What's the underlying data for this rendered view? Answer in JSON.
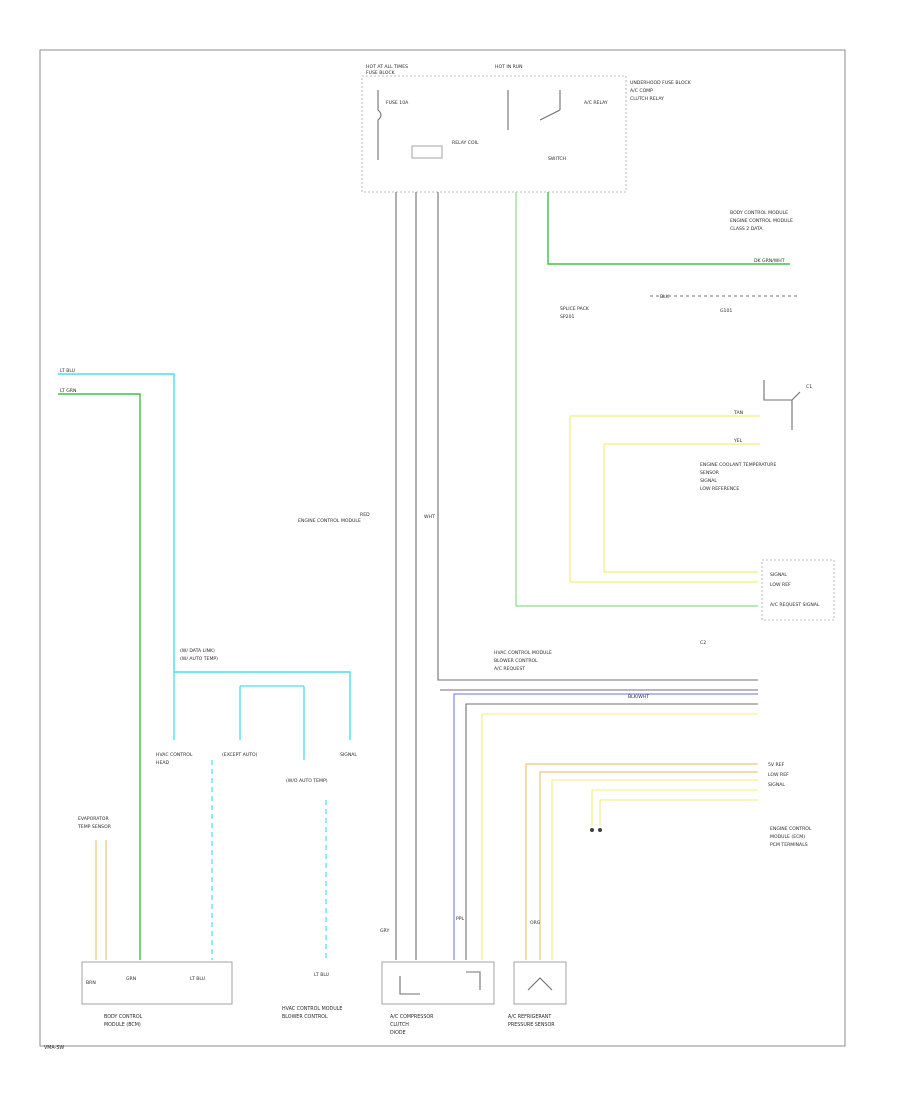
{
  "page": {
    "code": "VMA-SW"
  },
  "colors": {
    "green": "#3ec43e",
    "light_green": "#8ddc8d",
    "cyan": "#46e0ee",
    "yellow": "#f4ee78",
    "orange": "#f2c57c",
    "blue": "#8890e8",
    "gray": "#707070"
  },
  "wire_labels": {
    "w_ppl": "PPL",
    "w_grn": "GRN",
    "w_blk": "BLK",
    "w_wht": "WHT",
    "w_yel": "YEL",
    "w_tan": "TAN",
    "w_org": "ORG",
    "w_red": "RED",
    "w_brn": "BRN",
    "w_gry": "GRY",
    "w_dkgrn": "DK GRN/WHT",
    "w_ltgrn": "LT GRN",
    "w_ltblu": "LT BLU",
    "w_blkwht": "BLK/WHT"
  },
  "labels": {
    "fuse_block": "HOT AT ALL TIMES",
    "fuse_block2": "FUSE BLOCK",
    "hot_run": "HOT IN RUN",
    "fuse_small": "FUSE 10A",
    "relay_note": "UNDERHOOD FUSE BLOCK",
    "relay_note2": "A/C COMP",
    "relay_note3": "CLUTCH RELAY",
    "relay_coil": "RELAY COIL",
    "relay_switch": "A/C RELAY",
    "relay_sw2": "SWITCH",
    "ecm_ref": "BODY CONTROL MODULE",
    "ecm_ref2": "ENGINE CONTROL MODULE",
    "ecm_ref3": "CLASS 2 DATA",
    "splice_note": "SPLICE PACK",
    "splice_note2": "SP201",
    "grnd_note": "G101",
    "coolant_sensor": "ENGINE COOLANT TEMPERATURE",
    "coolant_sensor2": "SENSOR",
    "coolant_sensor3": "SIGNAL",
    "coolant_sensor4": "LOW REFERENCE",
    "ect_conn": "C1",
    "ecm_conn": "C2",
    "hvac_note": "HVAC CONTROL MODULE",
    "hvac_note2": "BLOWER CONTROL",
    "hvac_note3": "A/C REQUEST",
    "ecm_main": "ENGINE CONTROL",
    "ecm_main2": "MODULE (ECM)",
    "press_sensor": "A/C REFRIGERANT",
    "press_sensor2": "PRESSURE SENSOR",
    "comp_clutch": "A/C COMPRESSOR",
    "comp_clutch2": "CLUTCH",
    "comp_clutch3": "DIODE",
    "evap_temp": "EVAPORATOR",
    "evap_temp2": "TEMP SENSOR",
    "evap_temp3": "SIGNAL",
    "hvac_ctrl": "HVAC CONTROL",
    "hvac_ctrl2": "HEAD",
    "hvac_ctrl3": "(EXCEPT AUTO)",
    "hvac_ctrl4": "(W/O AUTO TEMP)",
    "bcm_ctrl": "BODY CONTROL",
    "bcm_ctrl2": "MODULE (BCM)",
    "bcm_ctrl3": "(W/ DATA LINK)",
    "bcm_ctrl4": "(W/ AUTO TEMP)",
    "ecm_sig": "A/C REQUEST SIGNAL",
    "ecm_sig2": "LOW REF",
    "ecm_sig3": "5V REF",
    "ecm_sig4": "SIGNAL",
    "pcm_term": "PCM TERMINALS"
  }
}
